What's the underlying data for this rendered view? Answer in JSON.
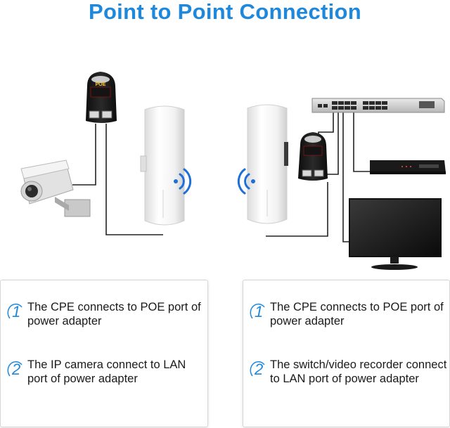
{
  "title": "Point to Point Connection",
  "devices": {
    "poe_label": "POE"
  },
  "left_card": {
    "steps": [
      {
        "number": "1",
        "text": "The CPE connects to POE port of power adapter"
      },
      {
        "number": "2",
        "text": "The IP camera connect to LAN port of power adapter"
      }
    ]
  },
  "right_card": {
    "steps": [
      {
        "number": "1",
        "text": "The CPE connects to POE port of power adapter"
      },
      {
        "number": "2",
        "text": "The switch/video recorder connect to LAN port of power adapter"
      }
    ]
  },
  "colors": {
    "accent": "#1e88dc",
    "cable": "#222222",
    "device_white": "#f4f4f4",
    "device_dark": "#1b1b1b"
  }
}
